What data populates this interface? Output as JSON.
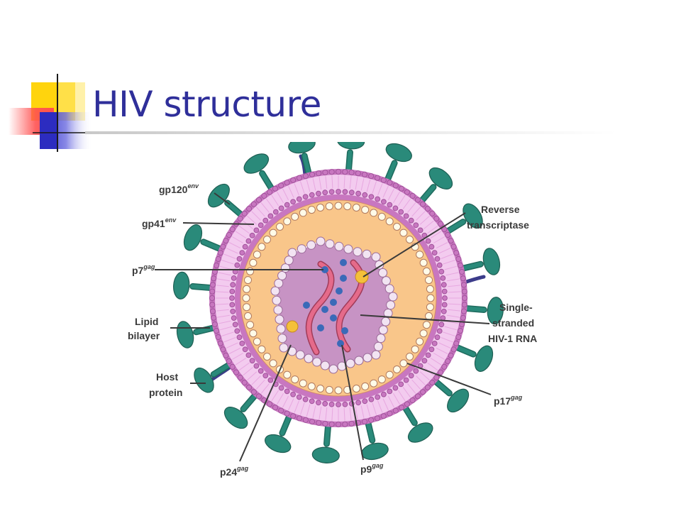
{
  "slide": {
    "title": "HIV structure"
  },
  "colors": {
    "title": "#2f2f9a",
    "deco_yellow": "#ffd200",
    "deco_blue": "#3535c8",
    "deco_red": "#ff5050",
    "membrane_outer": "#c877c0",
    "membrane_inner": "#f3cbef",
    "matrix": "#f9c68a",
    "capsid": "#c793c4",
    "envelope_protein": "#2a8a7a",
    "rna": "#e56a8a",
    "enzyme": "#f4c03a",
    "p7": "#3a6ab8",
    "host_protein": "#3c3c8a"
  },
  "diagram": {
    "labels": {
      "gp120": {
        "main": "gp120",
        "sup": "env"
      },
      "gp41": {
        "main": "gp41",
        "sup": "env"
      },
      "p7": {
        "main": "p7",
        "sup": "gag"
      },
      "lipid_line1": "Lipid",
      "lipid_line2": "bilayer",
      "host_line1": "Host",
      "host_line2": "protein",
      "p24": {
        "main": "p24",
        "sup": "gag"
      },
      "p9": {
        "main": "p9",
        "sup": "gag"
      },
      "p17": {
        "main": "p17",
        "sup": "gag"
      },
      "rt_line1": "Reverse",
      "rt_line2": "transcriptase",
      "rna_line1": "Single-",
      "rna_line2": "stranded",
      "rna_line3": "HIV-1 RNA"
    }
  }
}
